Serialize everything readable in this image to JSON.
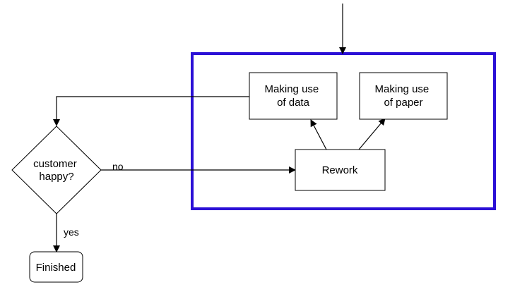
{
  "diagram": {
    "nodes": {
      "making_use_of_data": {
        "lines": [
          "Making use",
          "of data"
        ]
      },
      "making_use_of_paper": {
        "lines": [
          "Making use",
          "of paper"
        ]
      },
      "rework": {
        "lines": [
          "Rework"
        ]
      },
      "customer_happy": {
        "lines": [
          "customer",
          "happy?"
        ]
      },
      "finished": {
        "lines": [
          "Finished"
        ]
      }
    },
    "edge_labels": {
      "no": "no",
      "yes": "yes"
    },
    "colors": {
      "group_border": "#2b10d6",
      "stroke": "#000000"
    }
  }
}
